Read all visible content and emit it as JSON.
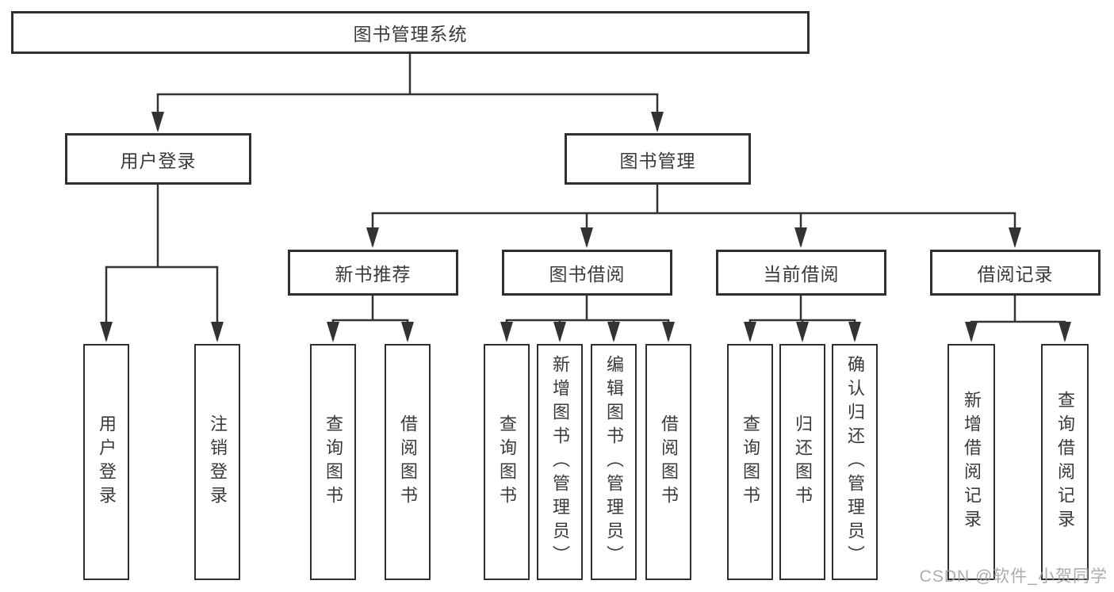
{
  "diagram": {
    "root": {
      "label": "图书管理系统"
    },
    "level2": [
      {
        "id": "user-login",
        "label": "用户登录"
      },
      {
        "id": "book-management",
        "label": "图书管理"
      }
    ],
    "level3": [
      {
        "id": "new-book-recommend",
        "label": "新书推荐"
      },
      {
        "id": "book-borrow",
        "label": "图书借阅"
      },
      {
        "id": "current-borrow",
        "label": "当前借阅"
      },
      {
        "id": "borrow-records",
        "label": "借阅记录"
      }
    ],
    "leaves": [
      {
        "parent": "user-login",
        "label": "用户登录"
      },
      {
        "parent": "user-login",
        "label": "注销登录"
      },
      {
        "parent": "new-book-recommend",
        "label": "查询图书"
      },
      {
        "parent": "new-book-recommend",
        "label": "借阅图书"
      },
      {
        "parent": "book-borrow",
        "label": "查询图书"
      },
      {
        "parent": "book-borrow",
        "label": "新增图书（管理员）"
      },
      {
        "parent": "book-borrow",
        "label": "编辑图书（管理员）"
      },
      {
        "parent": "book-borrow",
        "label": "借阅图书"
      },
      {
        "parent": "current-borrow",
        "label": "查询图书"
      },
      {
        "parent": "current-borrow",
        "label": "归还图书"
      },
      {
        "parent": "current-borrow",
        "label": "确认归还（管理员）"
      },
      {
        "parent": "borrow-records",
        "label": "新增借阅记录"
      },
      {
        "parent": "borrow-records",
        "label": "查询借阅记录"
      }
    ]
  },
  "colors": {
    "line": "#333333",
    "border": "#2f2f2f",
    "text": "#3a3a3a",
    "box_fill": "#ffffff",
    "watermark": "#9e9e9e"
  },
  "watermark": "CSDN @软件_小贺同学"
}
